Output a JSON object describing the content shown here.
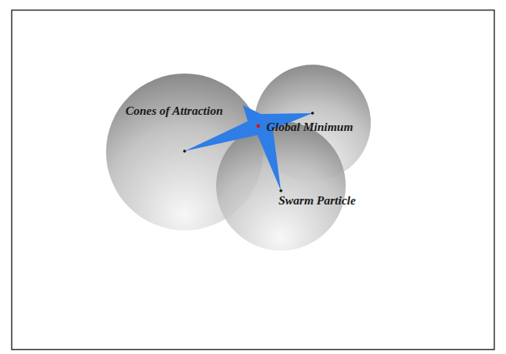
{
  "diagram": {
    "labels": [
      "Cones of Attraction",
      "Global Minimum",
      "Swarm Particle"
    ]
  }
}
